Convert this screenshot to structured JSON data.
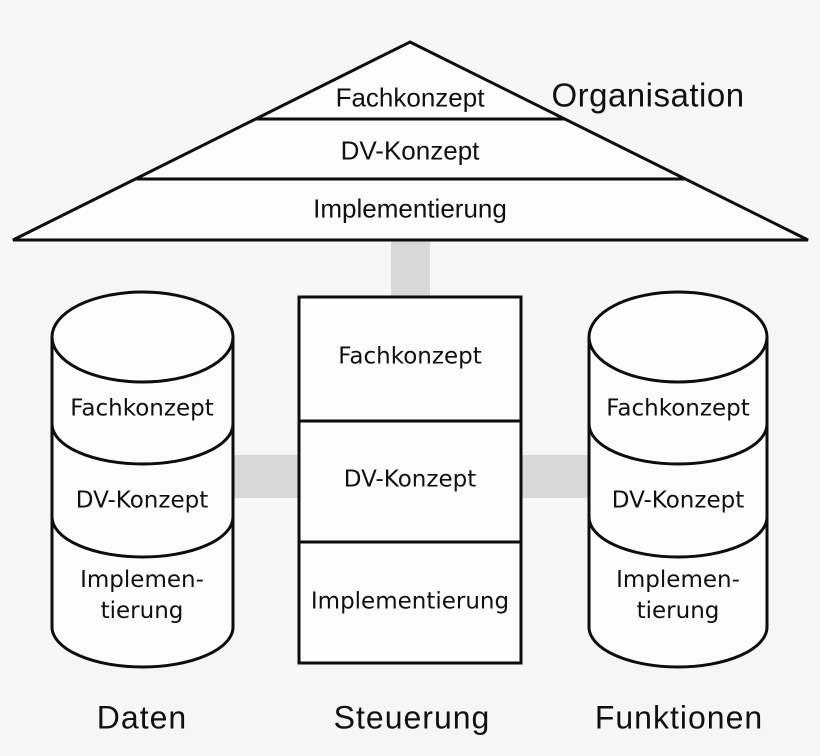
{
  "colors": {
    "background": "#f6f6f6",
    "shape_fill": "#fcfcfc",
    "line": "#0d0d0d",
    "connector": "#d8d8d8",
    "text": "#101010"
  },
  "pyramid": {
    "label": "Organisation",
    "layers": [
      "Fachkonzept",
      "DV-Konzept",
      "Implementierung"
    ]
  },
  "columns": [
    {
      "title": "Daten",
      "shape": "cylinder",
      "layers": [
        "Fachkonzept",
        "DV-Konzept",
        "Implemen-\ntierung"
      ]
    },
    {
      "title": "Steuerung",
      "shape": "box",
      "layers": [
        "Fachkonzept",
        "DV-Konzept",
        "Implementierung"
      ]
    },
    {
      "title": "Funktionen",
      "shape": "cylinder",
      "layers": [
        "Fachkonzept",
        "DV-Konzept",
        "Implemen-\ntierung"
      ]
    }
  ]
}
